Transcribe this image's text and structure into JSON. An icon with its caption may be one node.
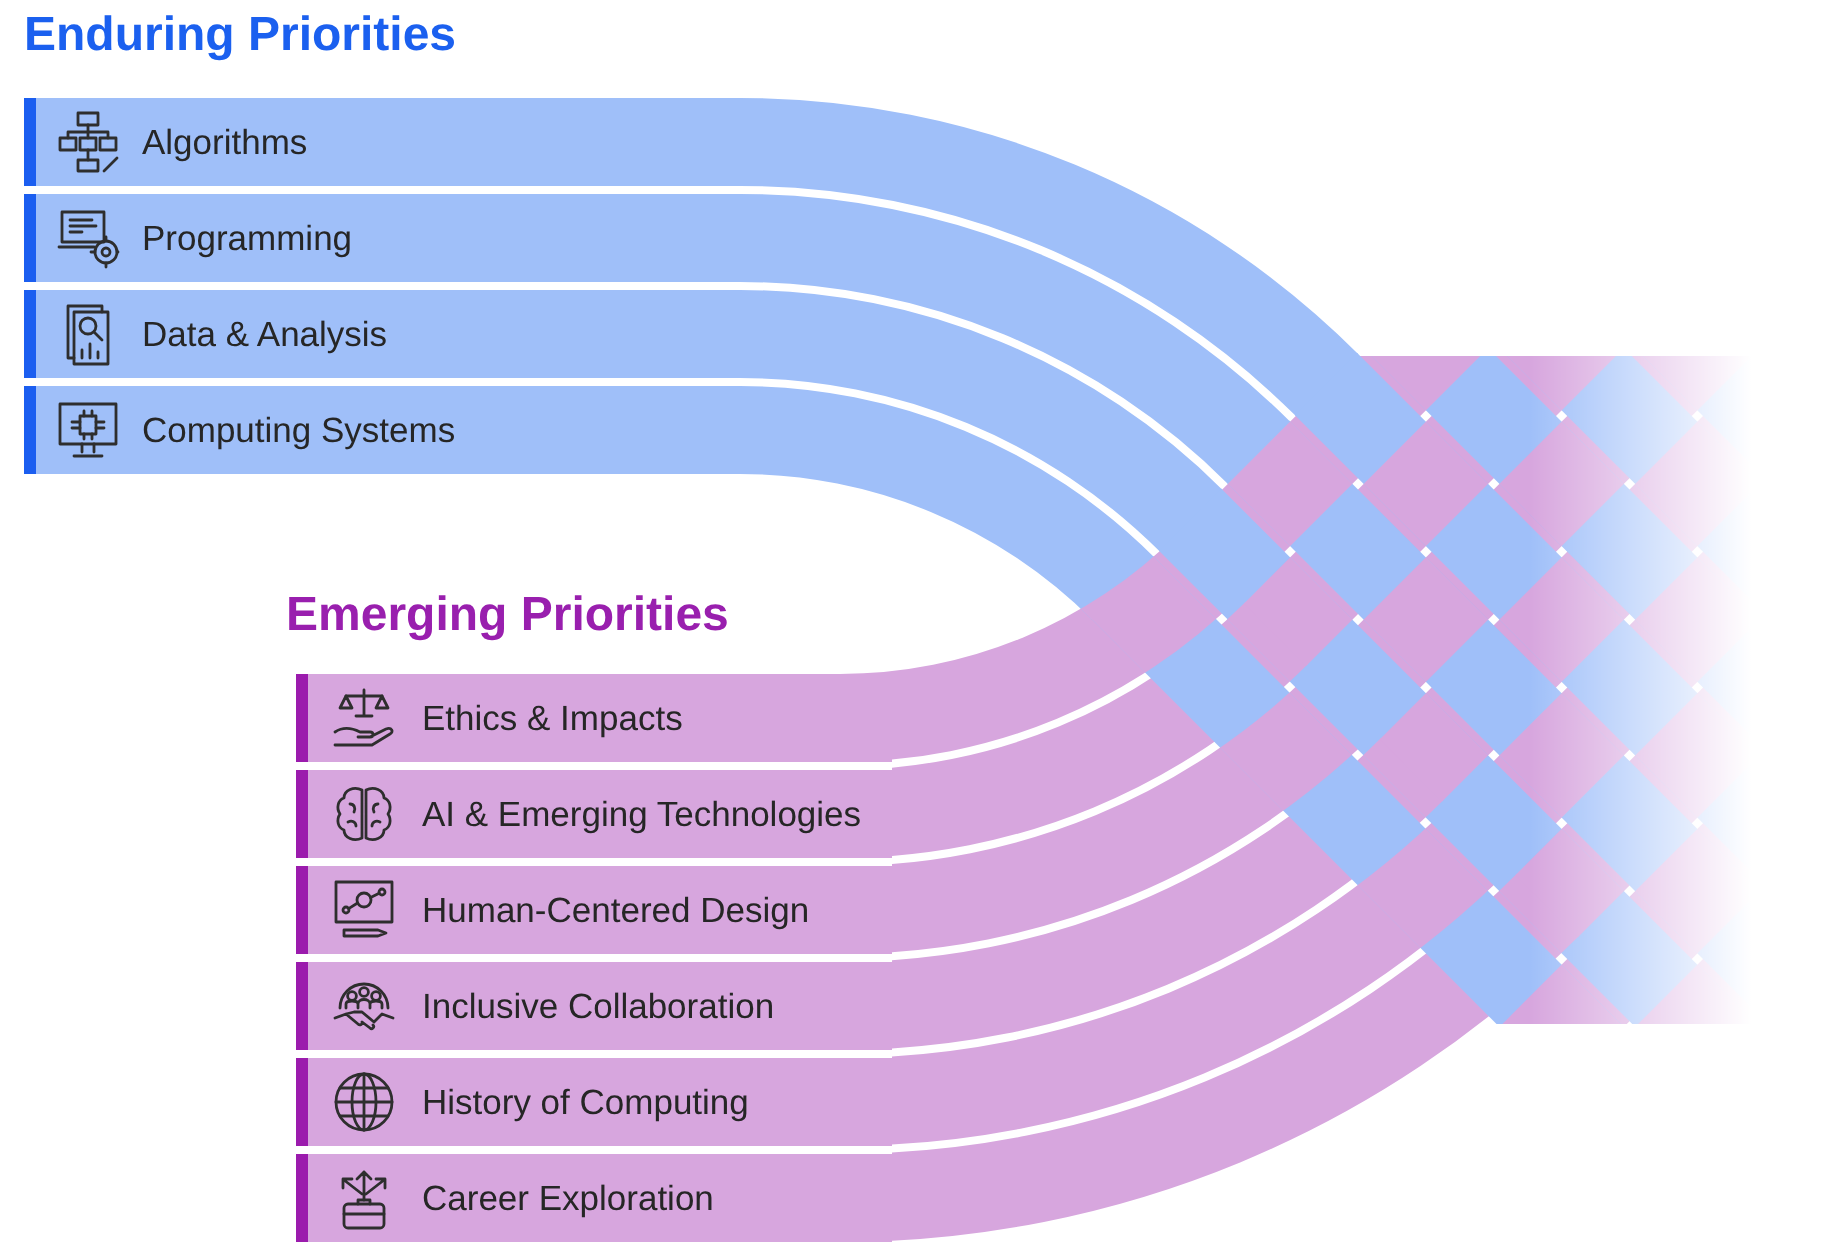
{
  "diagram": {
    "nodes": [
      {
        "text": [
          "Algorithms"
        ]
      },
      {
        "text": [
          "Programming"
        ]
      },
      {
        "text": [
          "Data & Analysis"
        ]
      },
      {
        "text": [
          "Computing Systems"
        ]
      },
      {
        "text": [
          "Ethics & Impacts"
        ]
      },
      {
        "text": [
          "AI & Emerging Technologies"
        ]
      },
      {
        "text": [
          "Human-Centered Design"
        ]
      },
      {
        "text": [
          "Inclusive Collaboration"
        ]
      },
      {
        "text": [
          "History of Computing"
        ]
      },
      {
        "text": [
          "Career Exploration"
        ]
      }
    ],
    "labels": [
      "Enduring Priorities",
      "Emerging Priorities"
    ]
  }
}
